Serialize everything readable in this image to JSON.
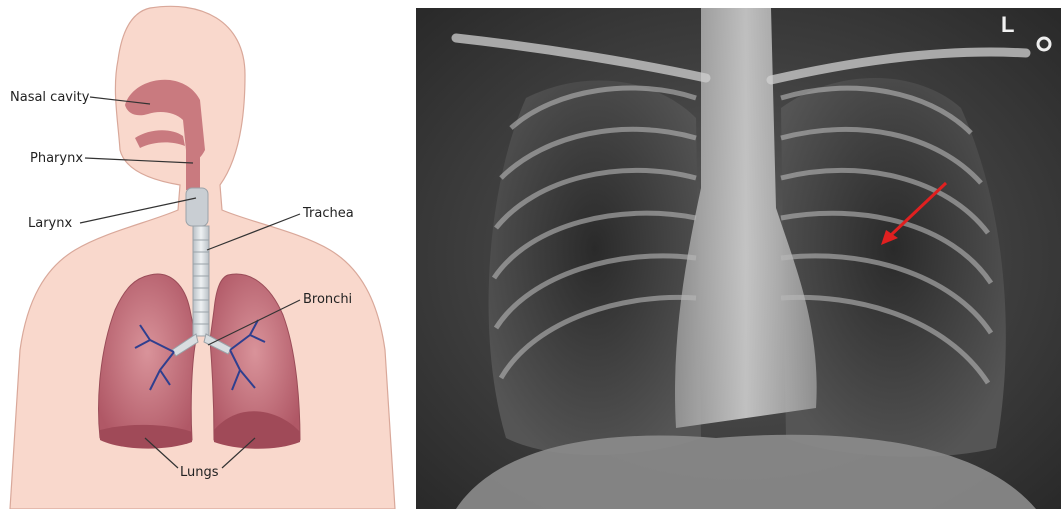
{
  "anatomy_labels": {
    "nasal_cavity": "Nasal cavity",
    "pharynx": "Pharynx",
    "larynx": "Larynx",
    "trachea": "Trachea",
    "bronchi": "Bronchi",
    "lungs": "Lungs"
  },
  "xray": {
    "side_marker": "L",
    "arrow_color": "#e02020"
  },
  "colors": {
    "skin": "#f9d8cc",
    "skin_outline": "#d9a89a",
    "lung": "#c77a82",
    "airway": "#d9dde0",
    "vessels": "#2f3f8f"
  }
}
